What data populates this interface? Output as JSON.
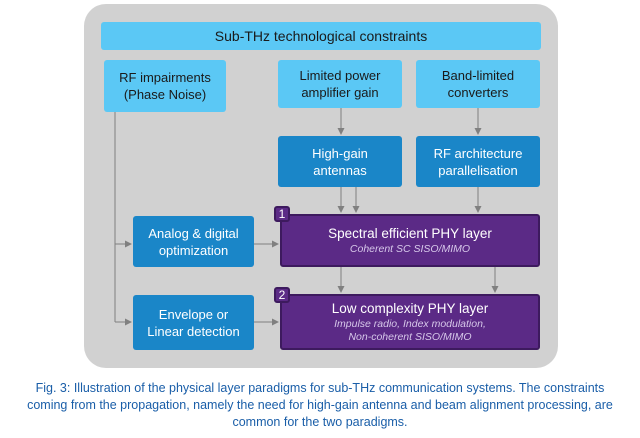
{
  "header": "Sub-THz technological constraints",
  "constraints": {
    "rf_impairments": [
      "RF impairments",
      "(Phase Noise)"
    ],
    "power_amp": [
      "Limited power",
      "amplifier gain"
    ],
    "converters": [
      "Band-limited",
      "converters"
    ]
  },
  "mitigations": {
    "high_gain": [
      "High-gain",
      "antennas"
    ],
    "rf_arch": [
      "RF architecture",
      "parallelisation"
    ]
  },
  "techniques": {
    "analog_digital": [
      "Analog & digital",
      "optimization"
    ],
    "envelope": [
      "Envelope or",
      "Linear detection"
    ]
  },
  "paradigms": [
    {
      "number": "1",
      "title": "Spectral efficient PHY layer",
      "details": [
        "Coherent SC SISO/MIMO"
      ]
    },
    {
      "number": "2",
      "title": "Low complexity PHY layer",
      "details": [
        "Impulse radio, Index modulation,",
        "Non-coherent SISO/MIMO"
      ]
    }
  ],
  "caption": [
    "Fig. 3: Illustration of the physical layer paradigms for sub-THz communication systems. The constraints",
    "coming from the propagation, namely the need for high-gain antenna and beam alignment processing, are",
    "common for the two paradigms."
  ],
  "colors": {
    "panel": "#d1d1d1",
    "light_blue": "#5bc8f5",
    "mid_blue": "#1a86c8",
    "purple": "#5b2a86",
    "caption": "#1a5ea8"
  }
}
